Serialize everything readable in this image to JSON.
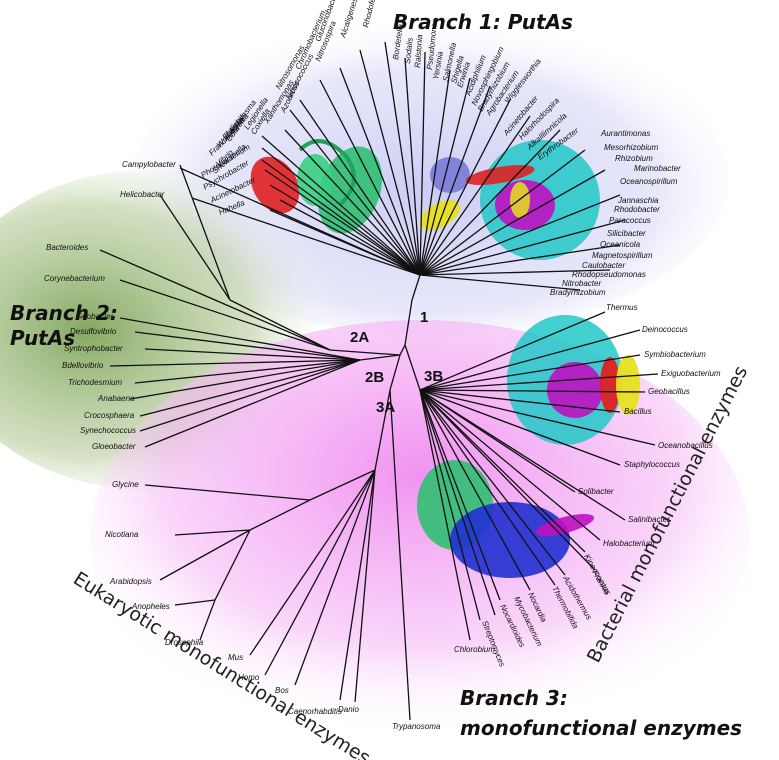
{
  "branch_titles": {
    "branch1": "Branch 1: PutAs",
    "branch2_line1": "Branch 2:",
    "branch2_line2": "PutAs",
    "branch3_line1": "Branch 3:",
    "branch3_line2": "monofunctional enzymes"
  },
  "arc_labels": {
    "eukaryotic": "Eukaryotic  monofunctional enzymes",
    "bacterial": "Bacterial monofunctional enzymes"
  },
  "clade_labels": {
    "c1": "1",
    "c2a": "2A",
    "c2b": "2B",
    "c3a": "3A",
    "c3b": "3B"
  },
  "taxa": {
    "branch1": [
      "Campylobacter",
      "Helicobacter",
      "Hahella",
      "Acinetobacter",
      "Psychrobacter",
      "Photobacterium",
      "Shewanella",
      "Vibrio",
      "Francisella",
      "Wolbachia",
      "Ehrlichia",
      "Anaplasma",
      "Colwellia",
      "Legionella",
      "Coxiella",
      "Xanthomonas",
      "Nitrosomonas",
      "Nitrosococcus",
      "Azoarcus",
      "Chromobacterium",
      "Nitrosospira",
      "Gluconobacter",
      "Alcaligenes",
      "Rhodoferax",
      "Bordetella",
      "Sodalis",
      "Ralstonia",
      "Pseudomonas",
      "Yersinia",
      "Salmonella",
      "Shigella",
      "Erwinia",
      "Acidiphilium",
      "Novosphingobium",
      "Bradyrhizobium",
      "Agrobacterium",
      "Wigglesworthia",
      "Acinetobacter",
      "Halorhodospira",
      "Alkalilimnicola",
      "Erythrobacter",
      "Aurantimonas",
      "Mesorhizobium",
      "Rhizobium",
      "Marinobacter",
      "Oceanospirillum",
      "Jannaschia",
      "Rhodobacter",
      "Paracoccus",
      "Silicibacter",
      "Oceanicola",
      "Magnetospirillum",
      "Caulobacter",
      "Rhodopseudomonas",
      "Nitrobacter",
      "Bradyrhizobium"
    ],
    "branch2": [
      "Bacteroides",
      "Corynebacterium",
      "Geobacter",
      "Desulfovibrio",
      "Syntrophobacter",
      "Bdellovibrio",
      "Trichodesmium",
      "Anabaena",
      "Crocosphaera",
      "Synechococcus",
      "Gloeobacter"
    ],
    "branch3_eukaryotic": [
      "Glycine",
      "Nicotiana",
      "Arabidopsis",
      "Anopheles",
      "Drosophila",
      "Mus",
      "Homo",
      "Bos",
      "Caenorhabditis",
      "Danio",
      "Trypanosoma"
    ],
    "branch3_bacterial": [
      "Thermus",
      "Deinococcus",
      "Symbiobacterium",
      "Exiguobacterium",
      "Geobacillus",
      "Bacillus",
      "Oceanobacillus",
      "Staphylococcus",
      "Solibacter",
      "Salinibacter",
      "Halobacterium",
      "Kineococcus",
      "Frankia",
      "Acidothermus",
      "Thermobifida",
      "Nocardia",
      "Mycobacterium",
      "Nocardioides",
      "Streptomyces",
      "Chlorobium"
    ]
  },
  "colors": {
    "branch1_shade": "#c9c9f4",
    "branch2_shade": "#7fa45a",
    "branch3_shade": "#f08cf0",
    "helix_red": "#e02020",
    "helix_green": "#2fbf72",
    "helix_cyan": "#22c8c8",
    "helix_yellow": "#e8e020",
    "sheet_magenta": "#c010c0",
    "domain_blue": "#2030d0",
    "domain_slate": "#7a7ad8"
  }
}
